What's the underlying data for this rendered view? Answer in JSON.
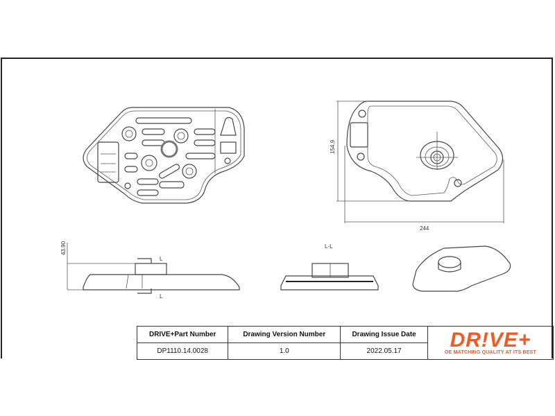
{
  "drawing": {
    "dimensions": {
      "height": "154.9",
      "width": "244",
      "depth": "43.90"
    },
    "section_label": "L-L",
    "section_marker": "L"
  },
  "title_block": {
    "headers": [
      "DRIVE+Part Number",
      "Drawing Version Number",
      "Drawing Issue Date"
    ],
    "values": [
      "DP1110.14.0028",
      "1.0",
      "2022.05.17"
    ]
  },
  "logo": {
    "text": "DR!VE+",
    "tagline": "OE MATCHING QUALITY AT ITS BEST",
    "color": "#f15a22"
  }
}
